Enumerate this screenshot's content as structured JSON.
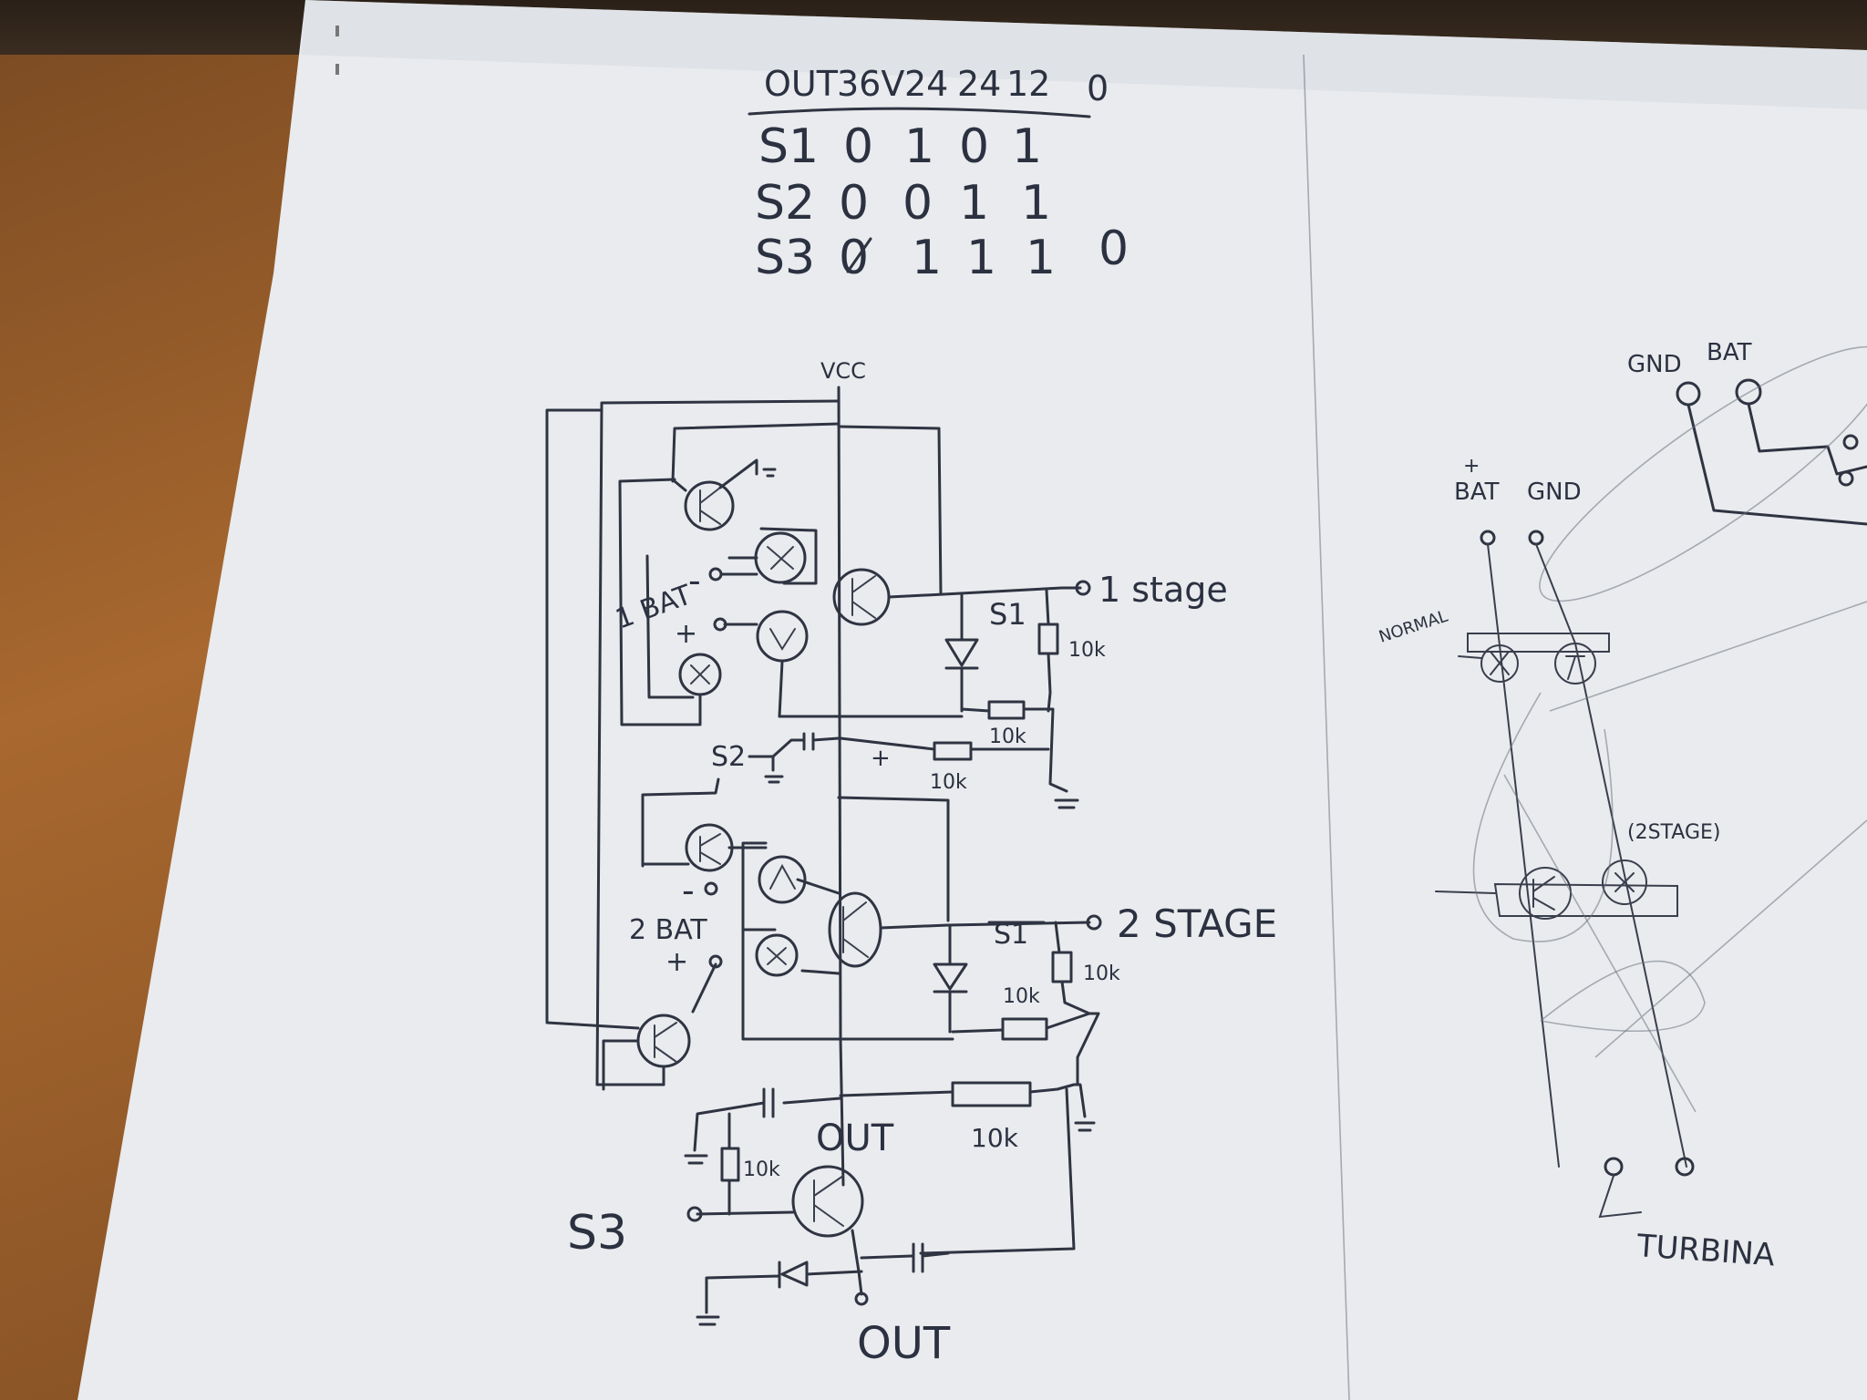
{
  "truth_table": {
    "header": [
      "OUT",
      "36V",
      "24",
      "24",
      "12",
      "0"
    ],
    "rows": [
      {
        "label": "S1",
        "values": [
          "0",
          "1",
          "0",
          "1"
        ]
      },
      {
        "label": "S2",
        "values": [
          "0",
          "0",
          "1",
          "1"
        ]
      },
      {
        "label": "S3",
        "values": [
          "0",
          "1",
          "1",
          "1",
          "0"
        ]
      }
    ]
  },
  "left_schematic": {
    "vcc": "VCC",
    "bat1_label": "1 BAT",
    "bat2_label": "2 BAT",
    "minus": "-",
    "plus": "+",
    "stage1": "1 stage",
    "stage2": "2 STAGE",
    "s1": "S1",
    "s2": "S2",
    "s3": "S3",
    "s1_strike": "S1",
    "resistor_10k": "10k",
    "out_mid": "OUT",
    "out_bottom": "OUT"
  },
  "right_schematic": {
    "gnd_bat_top": [
      "GND",
      "BAT"
    ],
    "bat_plus": "+",
    "bat": "BAT",
    "gnd": "GND",
    "normal": "NORMAL",
    "stage2": "(2STAGE)",
    "turbina": "TURBINA"
  }
}
